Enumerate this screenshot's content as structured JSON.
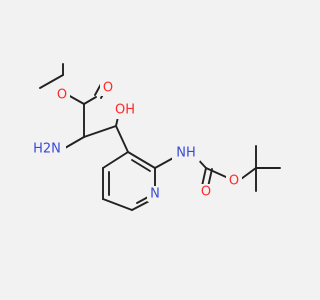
{
  "molecule": {
    "labels": {
      "o_ether": "O",
      "o_carbonyl_top": "O",
      "nh2": "H2N",
      "oh": "OH",
      "nh": "NH",
      "o_carbonyl_right": "O",
      "o_ether_right": "O",
      "n_pyridine": "N"
    }
  },
  "colors": {
    "oxygen": "#ff2a2a",
    "nitrogen": "#3a4bd6",
    "bond": "#222222",
    "background": "#f2f2f2"
  }
}
